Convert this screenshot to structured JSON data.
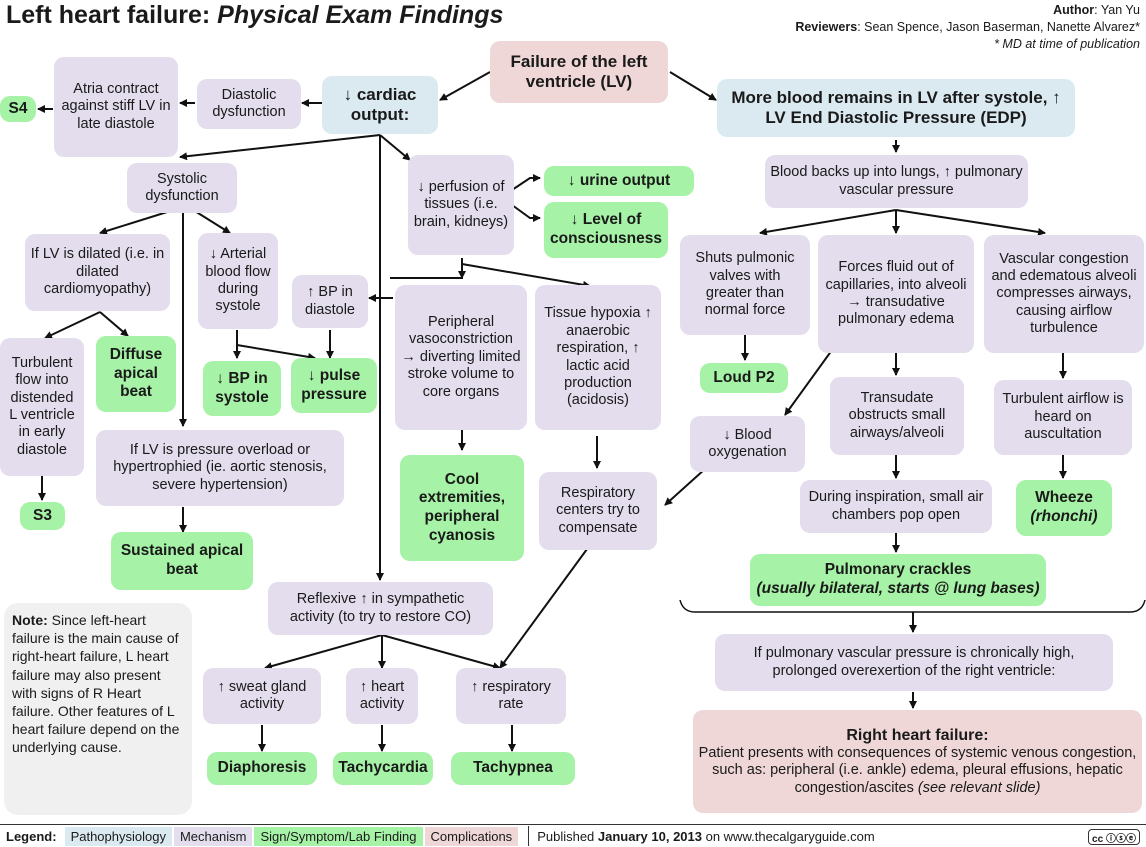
{
  "title": {
    "main": "Left heart failure:",
    "sub": "Physical Exam Findings"
  },
  "credits": {
    "author_label": "Author",
    "author": ": Yan Yu",
    "reviewers_label": "Reviewers",
    "reviewers": ": Sean Spence,  Jason Baserman, Nanette Alvarez*",
    "note": "* MD at time of publication"
  },
  "nodes": {
    "failure_lv": "Failure of the left ventricle (LV)",
    "cardiac_output": "↓ cardiac output:",
    "diastolic": "Diastolic dysfunction",
    "atria": "Atria contract against stiff LV in late diastole",
    "s4": "S4",
    "systolic": "Systolic dysfunction",
    "lv_dilated": "If LV is dilated (i.e. in dilated cardiomyopathy)",
    "turbulent_flow": "Turbulent flow into distended L ventricle in  early diastole",
    "s3": "S3",
    "diffuse_apical": "Diffuse apical beat",
    "arterial_flow": "↓ Arterial blood flow during systole",
    "bp_diastole": "↑ BP in diastole",
    "bp_systole": "↓ BP in systole",
    "pulse_pressure": "↓ pulse pressure",
    "pressure_overload": "If LV is pressure overload or hypertrophied (ie. aortic stenosis, severe hypertension)",
    "sustained_apical": "Sustained apical beat",
    "perfusion": "↓ perfusion of tissues (i.e. brain, kidneys)",
    "urine": "↓ urine output",
    "consciousness": "↓ Level of consciousness",
    "vasoconstriction": "Peripheral vasoconstriction → diverting limited stroke volume to core organs",
    "cool": "Cool extremities, peripheral cyanosis",
    "hypoxia": "Tissue hypoxia ↑ anaerobic respiration, ↑ lactic acid production (acidosis)",
    "resp_centers": "Respiratory centers try to compensate",
    "sympathetic": "Reflexive ↑ in sympathetic activity (to try to restore CO)",
    "sweat": "↑ sweat gland activity",
    "diaphoresis": "Diaphoresis",
    "heart_activity": "↑ heart activity",
    "tachycardia": "Tachycardia",
    "resp_rate": "↑ respiratory rate",
    "tachypnea": "Tachypnea",
    "more_blood": "More blood remains in LV after systole, ↑ LV End Diastolic Pressure (EDP)",
    "backs_up": "Blood backs up into lungs, ↑ pulmonary vascular pressure",
    "pulmonic": "Shuts pulmonic valves with greater than normal force",
    "loud_p2": "Loud P2",
    "forces_fluid": "Forces fluid out of capillaries,  into alveoli → transudative pulmonary edema",
    "vascular_cong": "Vascular congestion and edematous alveoli compresses airways, causing airflow turbulence",
    "blood_oxy": "↓ Blood oxygenation",
    "transudate": "Transudate obstructs small airways/alveoli",
    "turbulent_air": "Turbulent airflow is heard on auscultation",
    "inspiration": "During inspiration, small air chambers pop open",
    "wheeze": "Wheeze",
    "wheeze_sub": "(rhonchi)",
    "crackles": "Pulmonary crackles",
    "crackles_sub": "(usually bilateral, starts @ lung bases)",
    "chronic": "If pulmonary vascular pressure is chronically high, prolonged overexertion of the right ventricle:",
    "rhf_title": "Right heart failure:",
    "rhf_body": "Patient presents with consequences of systemic venous congestion, such as: peripheral (i.e. ankle) edema, pleural effusions, hepatic congestion/ascites",
    "rhf_see": "(see relevant slide)"
  },
  "note": {
    "label": "Note:",
    "text": " Since left-heart failure is the main cause of right-heart failure, L heart failure may also present with signs of R Heart failure. Other features of L heart failure depend on the underlying cause."
  },
  "legend": {
    "label": "Legend:",
    "items": [
      "Pathophysiology",
      "Mechanism",
      "Sign/Symptom/Lab Finding",
      "Complications"
    ],
    "published_prefix": "Published ",
    "published_date": "January 10, 2013",
    "published_suffix": " on www.thecalgaryguide.com",
    "license": "cc ⓘⓢⓔ"
  },
  "colors": {
    "pathophysiology": "#dbeaf1",
    "mechanism": "#e3dded",
    "sign": "#a6f2a6",
    "complication": "#efd7d7"
  }
}
